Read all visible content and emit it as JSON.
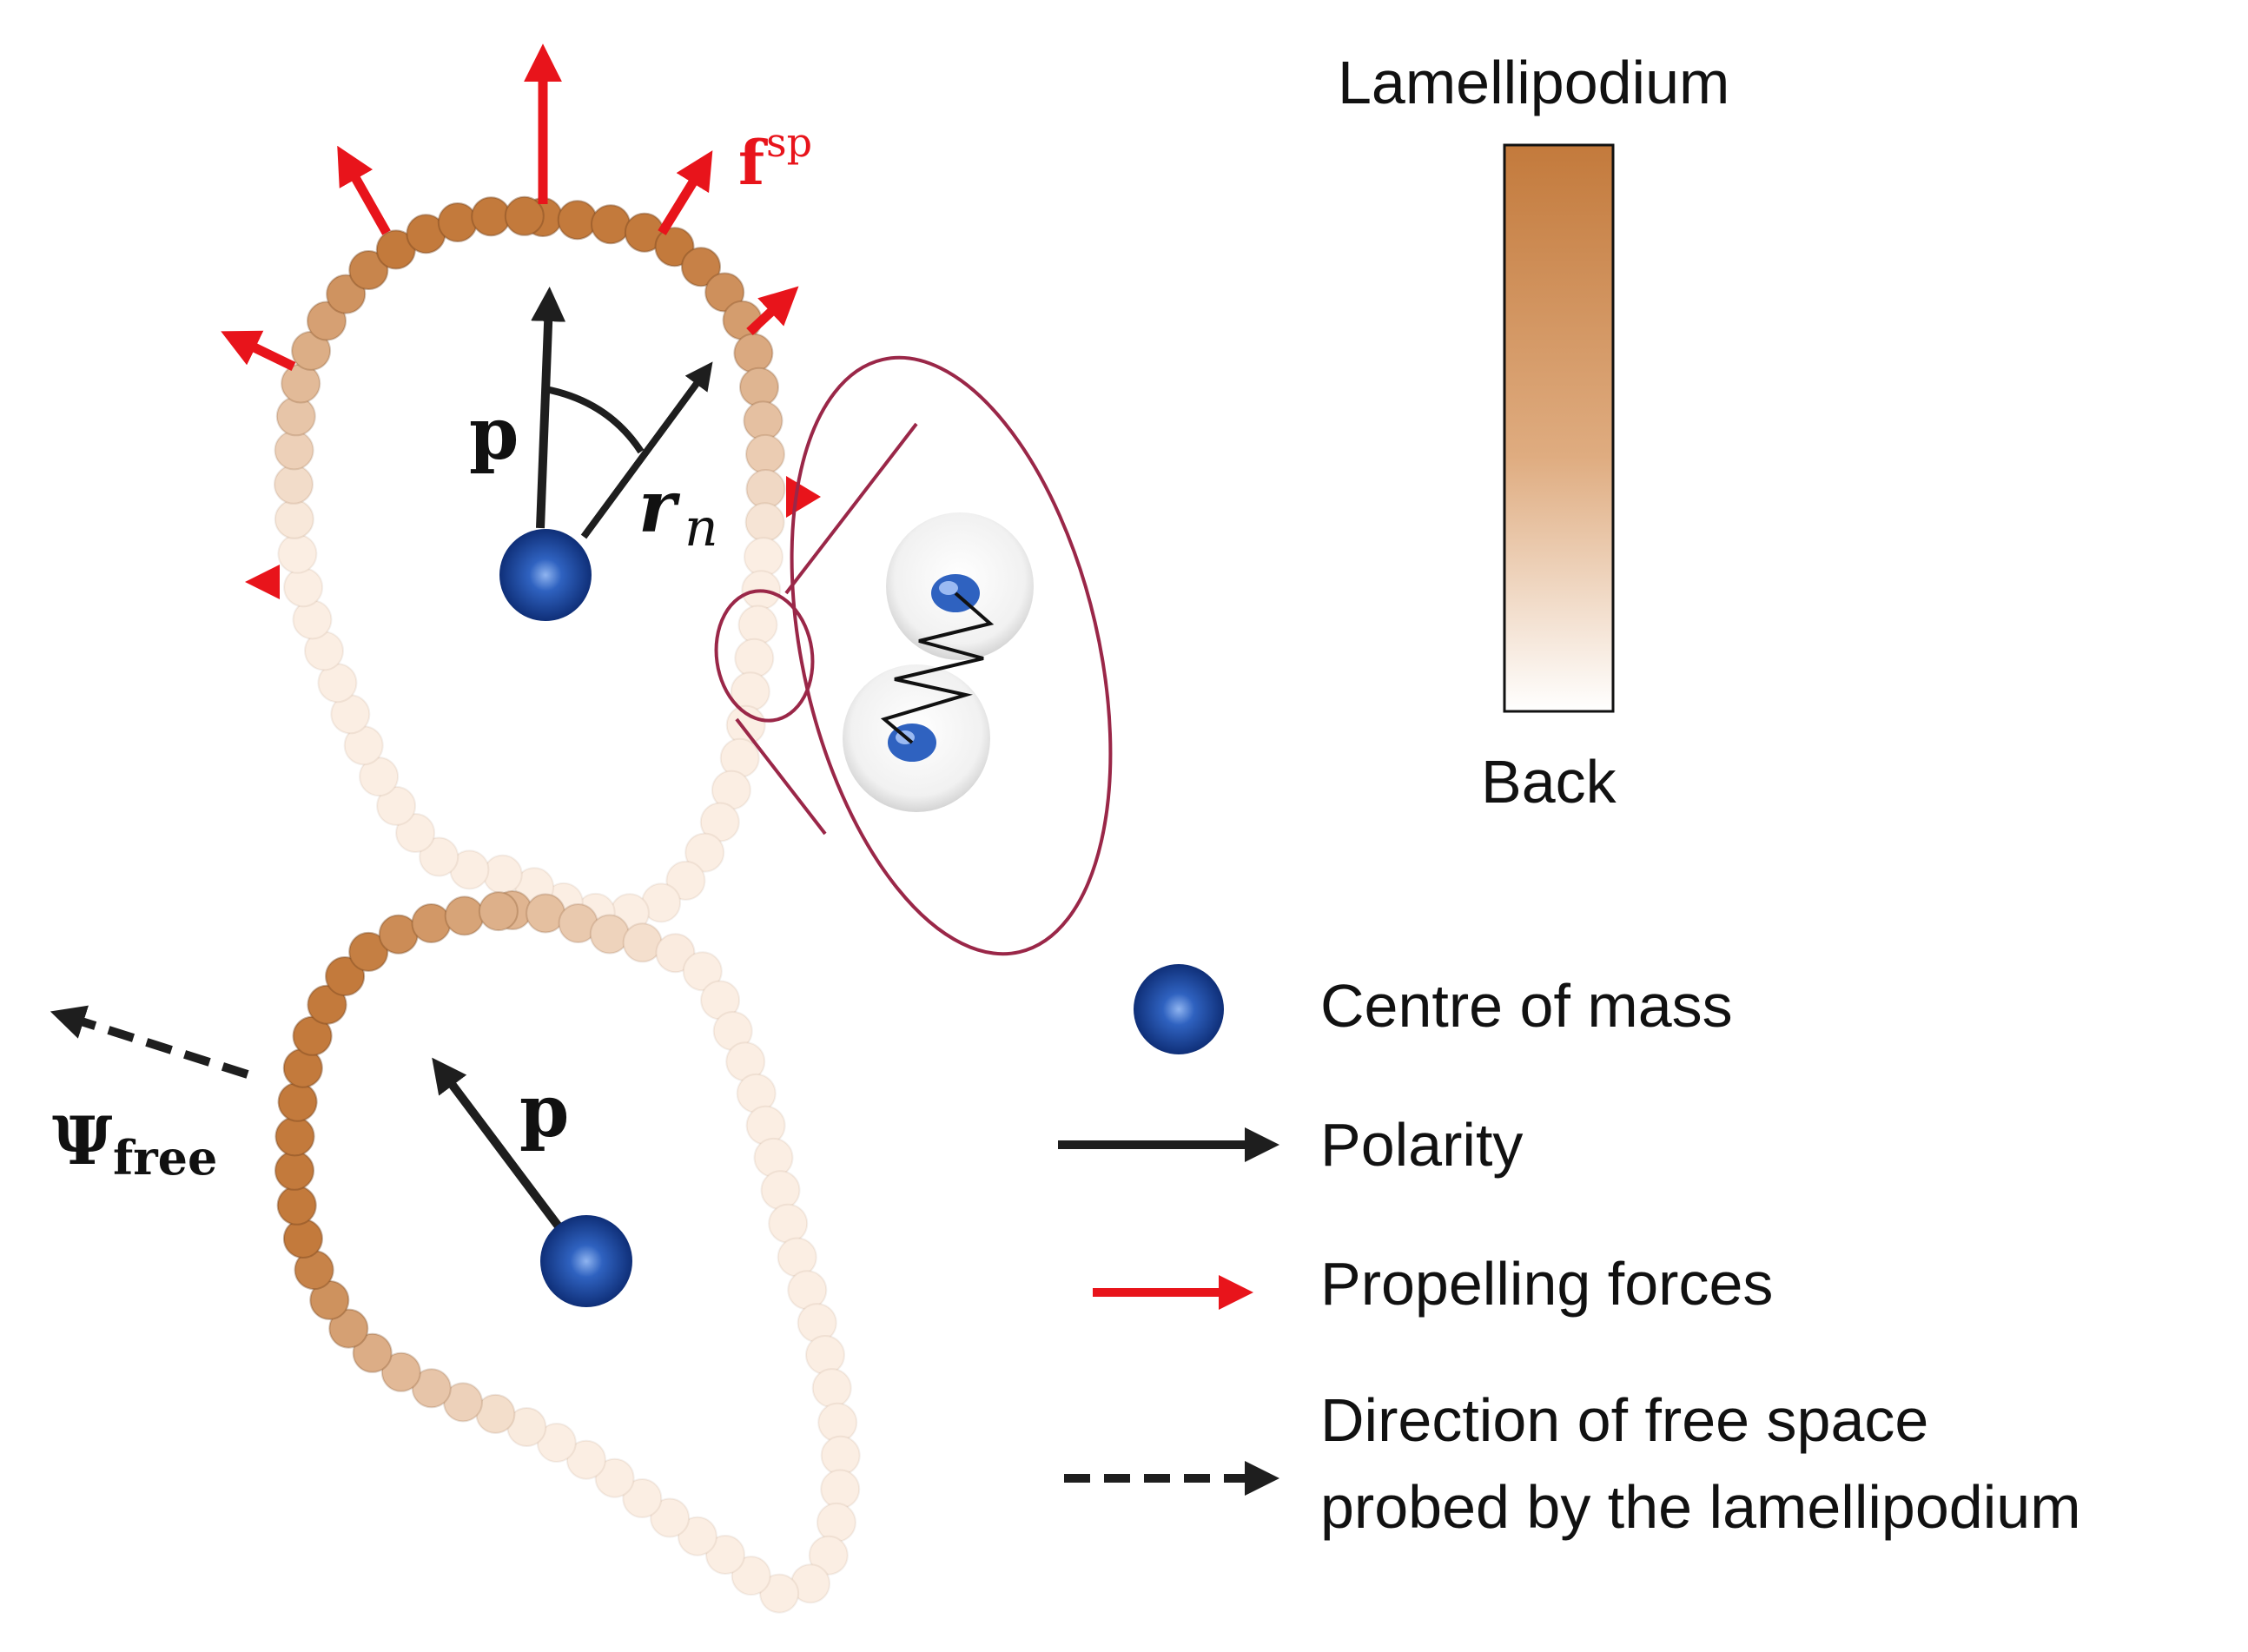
{
  "colorbar": {
    "top_label": "Lamellipodium",
    "bottom_label": "Back",
    "top_color": "#c37a3c",
    "bottom_color": "#ffffff"
  },
  "labels": {
    "polarity_top": "p",
    "polarity_bottom": "p",
    "position_vector": "r",
    "position_subscript": "n",
    "force": "f",
    "force_superscript": "sp",
    "free_space": "Ψ",
    "free_space_subscript": "free"
  },
  "legend": {
    "centre_of_mass": "Centre of mass",
    "polarity": "Polarity",
    "propelling_forces": "Propelling forces",
    "free_space_line1": "Direction of free space",
    "free_space_line2": "probed by the lamellipodium"
  },
  "colors": {
    "bead_front": "#c37a3c",
    "bead_back": "#fbeee3",
    "force_arrow": "#e8141b",
    "polarity_arrow": "#1e1e1e",
    "centre_of_mass": "#1f4fa3",
    "zoom_outline": "#9a2748"
  }
}
